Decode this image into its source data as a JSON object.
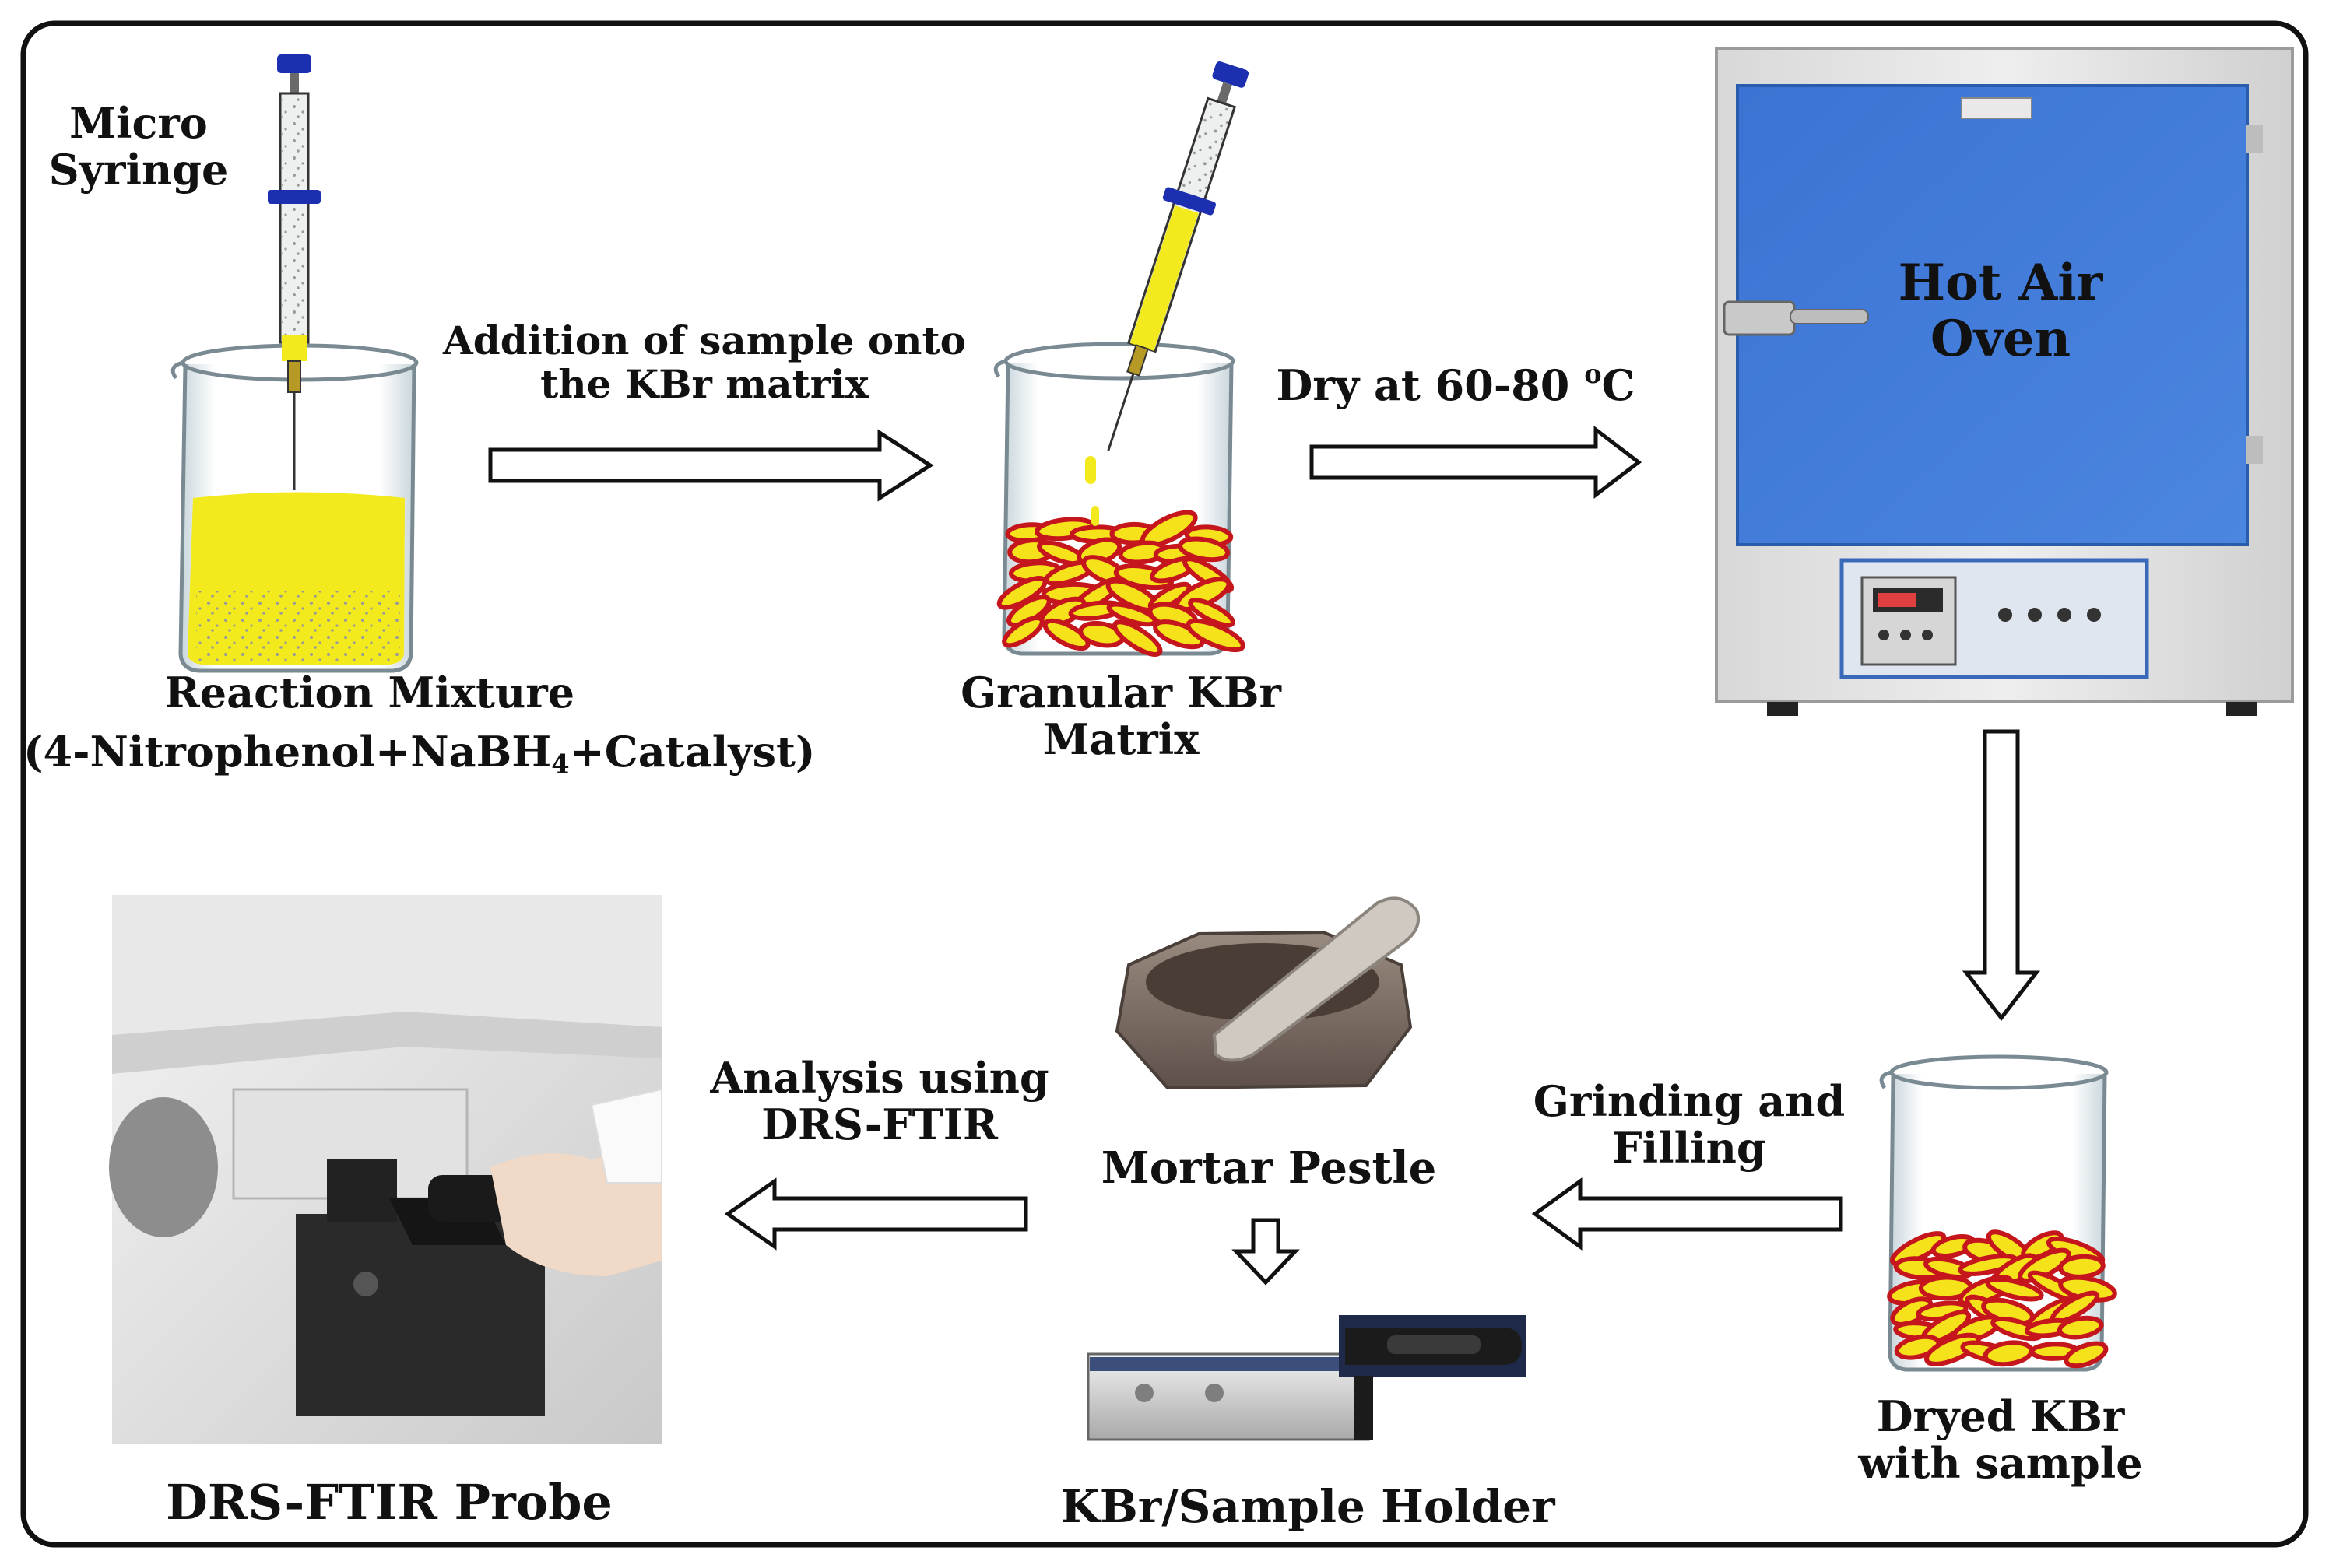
{
  "labels": {
    "micro_syringe": [
      "Micro",
      "Syringe"
    ],
    "reaction_mixture": "Reaction Mixture",
    "reaction_formula": {
      "pre": "(4-Nitrophenol+NaBH",
      "sub": "4",
      "post": "+Catalyst)"
    },
    "addition_step": [
      "Addition of sample onto",
      "the KBr matrix"
    ],
    "granular_kbr": [
      "Granular KBr",
      "Matrix"
    ],
    "dry_step": {
      "pre": "Dry at 60-80 ",
      "sup": "o",
      "post": "C"
    },
    "oven_label": [
      "Hot Air",
      "Oven"
    ],
    "dried_kbr": [
      "Dryed KBr",
      "with sample"
    ],
    "grinding_step": [
      "Grinding and",
      "Filling"
    ],
    "mortar_pestle": "Mortar Pestle",
    "sample_holder": "KBr/Sample Holder",
    "analysis_step": [
      "Analysis using",
      "DRS-FTIR"
    ],
    "drs_probe": "DRS-FTIR Probe"
  },
  "colors": {
    "frame": "#111111",
    "solution_yellow": "#f2ea1c",
    "kbr_granule_red": "#c4161c",
    "kbr_granule_yellow": "#f5e21a",
    "oven_blue": "#3f78d6",
    "oven_body": "#e4e4e4",
    "syringe_plunger": "#1c2fb0",
    "holder_black": "#1b1b1b",
    "mortar_brown": "#7b6a5e"
  }
}
